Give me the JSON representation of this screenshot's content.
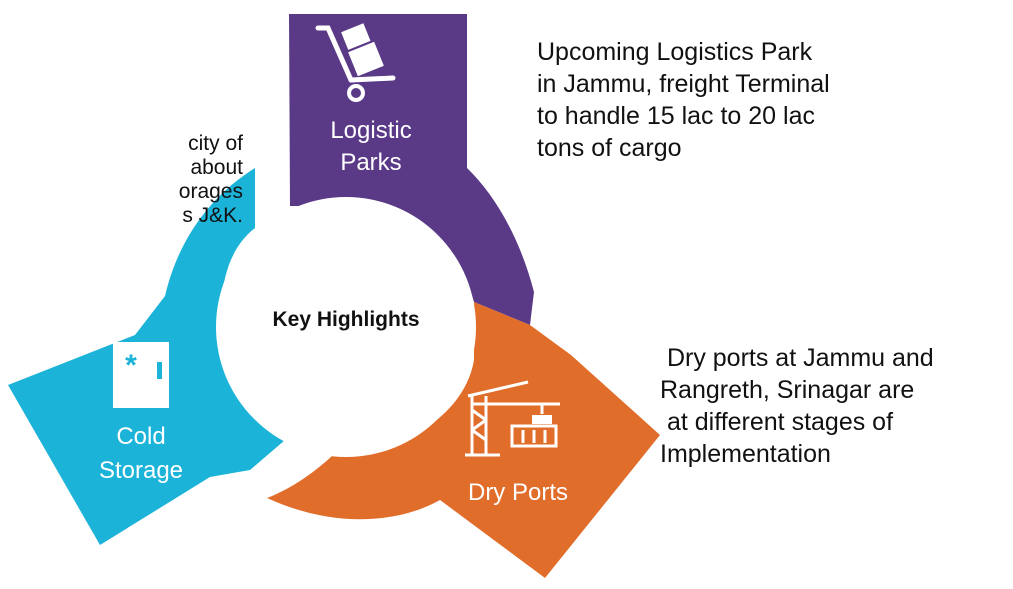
{
  "center": {
    "label": "Key Highlights"
  },
  "segments": {
    "logistic_parks": {
      "label_lines": [
        "Logistic",
        "Parks"
      ],
      "color": "#5a3a86",
      "icon": "hand-truck-icon"
    },
    "dry_ports": {
      "label_lines": [
        "Dry Ports"
      ],
      "color": "#e06d2a",
      "icon": "port-crane-icon"
    },
    "cold_storage": {
      "label_lines": [
        "Cold",
        "Storage"
      ],
      "color": "#1cb3d8",
      "icon": "refrigerator-icon"
    }
  },
  "descriptions": {
    "logistic_parks": [
      "Upcoming Logistics Park",
      "in Jammu, freight Terminal",
      "to handle 15 lac to 20 lac",
      "tons of cargo"
    ],
    "dry_ports": [
      " Dry ports at Jammu and",
      "Rangreth, Srinagar are",
      " at different stages of",
      "Implementation"
    ],
    "cold_storage": [
      "city of",
      "about",
      "orages",
      "s J&K."
    ]
  }
}
